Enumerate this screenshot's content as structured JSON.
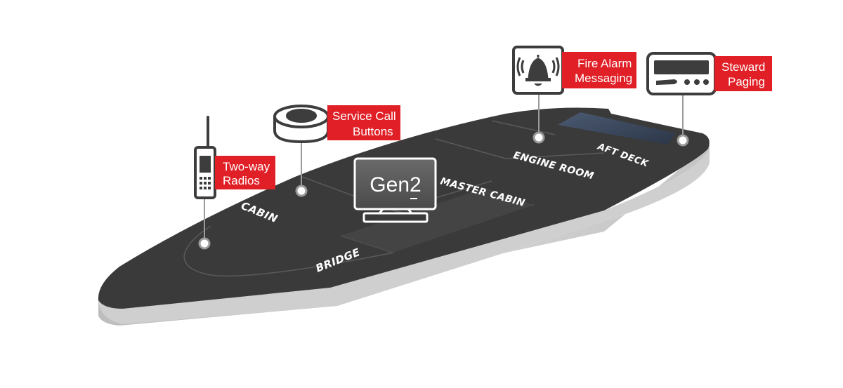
{
  "zones": {
    "cabin": "CABIN",
    "bridge": "BRIDGE",
    "master_cabin": "MASTER CABIN",
    "engine_room": "ENGINE ROOM",
    "aft_deck": "AFT DECK"
  },
  "monitor": {
    "logo": "Gen2",
    "icon": "monitor-icon"
  },
  "callouts": {
    "radios": {
      "line1": "Two-way",
      "line2": "Radios",
      "icon": "radio-icon"
    },
    "service": {
      "line1": "Service Call",
      "line2": "Buttons",
      "icon": "call-button-icon"
    },
    "fire": {
      "line1": "Fire Alarm",
      "line2": "Messaging",
      "icon": "bell-icon"
    },
    "steward": {
      "line1": "Steward",
      "line2": "Paging",
      "icon": "pager-icon"
    }
  },
  "colors": {
    "accent_red": "#e01f26",
    "deck": "#3a3a3a",
    "hull": "#c9c9c9",
    "icon_stroke": "#3d3d3d"
  }
}
